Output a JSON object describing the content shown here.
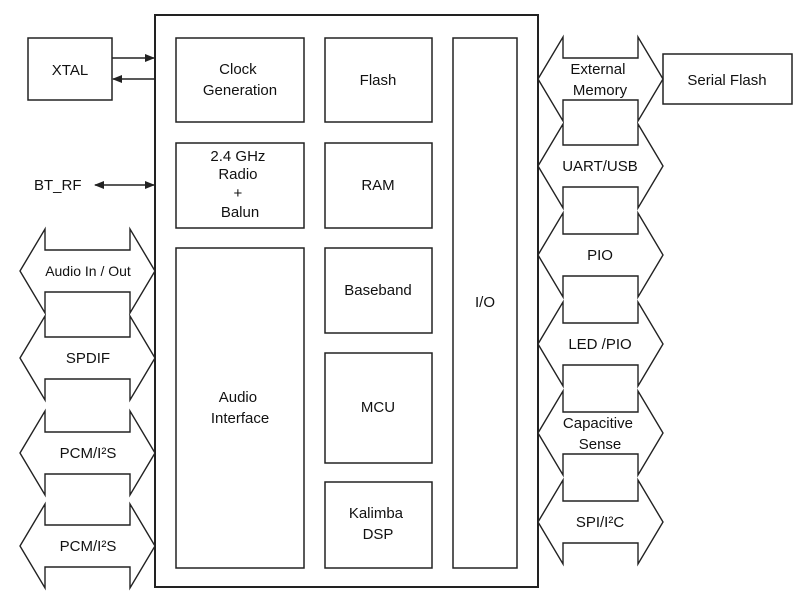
{
  "chip": {
    "clock_generation": [
      "Clock",
      "Generation"
    ],
    "flash": [
      "Flash"
    ],
    "radio": [
      "2.4 GHz",
      "Radio",
      "+",
      "Balun"
    ],
    "ram": [
      "RAM"
    ],
    "baseband": [
      "Baseband"
    ],
    "audio_interface": [
      "Audio",
      "Interface"
    ],
    "mcu": [
      "MCU"
    ],
    "kalimba_dsp": [
      "Kalimba",
      "DSP"
    ],
    "io": [
      "I/O"
    ]
  },
  "external": {
    "xtal": [
      "XTAL"
    ],
    "bt_rf": [
      "BT_RF"
    ],
    "serial_flash": [
      "Serial Flash"
    ]
  },
  "left_interfaces": [
    [
      "Audio In / Out"
    ],
    [
      "SPDIF"
    ],
    [
      "PCM/I²S"
    ],
    [
      "PCM/I²S"
    ]
  ],
  "right_interfaces": [
    [
      "External",
      "Memory"
    ],
    [
      "UART/USB"
    ],
    [
      "PIO"
    ],
    [
      "LED /PIO"
    ],
    [
      "Capacitive",
      "Sense"
    ],
    [
      "SPI/I²C"
    ]
  ]
}
